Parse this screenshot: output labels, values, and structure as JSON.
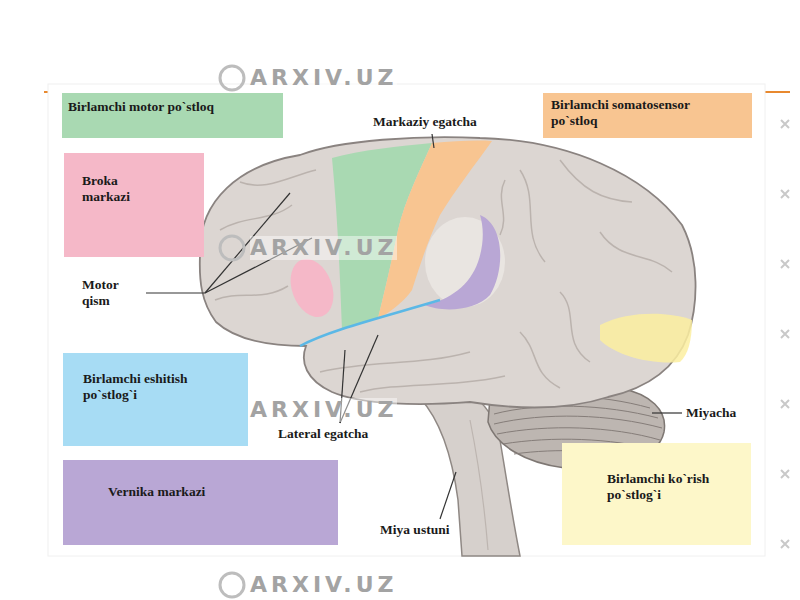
{
  "diagram": {
    "nodes": [
      {
        "text": [
          "Birlamchi motor po`stloq"
        ]
      },
      {
        "text": [
          "Birlamchi somatosensor po`stloq"
        ]
      },
      {
        "text": [
          "Broka markazi"
        ]
      },
      {
        "text": [
          "Birlamchi eshitish po`stlog`i"
        ]
      },
      {
        "text": [
          "Vernika markazi"
        ]
      },
      {
        "text": [
          "Birlamchi ko`rish po`stlog`i"
        ]
      }
    ],
    "labels": [
      "ARXIV.UZ",
      "Markaziy egatcha",
      "Motor qism",
      "ARXIV.UZ",
      "ARXIV.UZ",
      "Lateral egatcha",
      "Miyacha",
      "Miya ustuni",
      "ARXIV.UZ"
    ]
  }
}
